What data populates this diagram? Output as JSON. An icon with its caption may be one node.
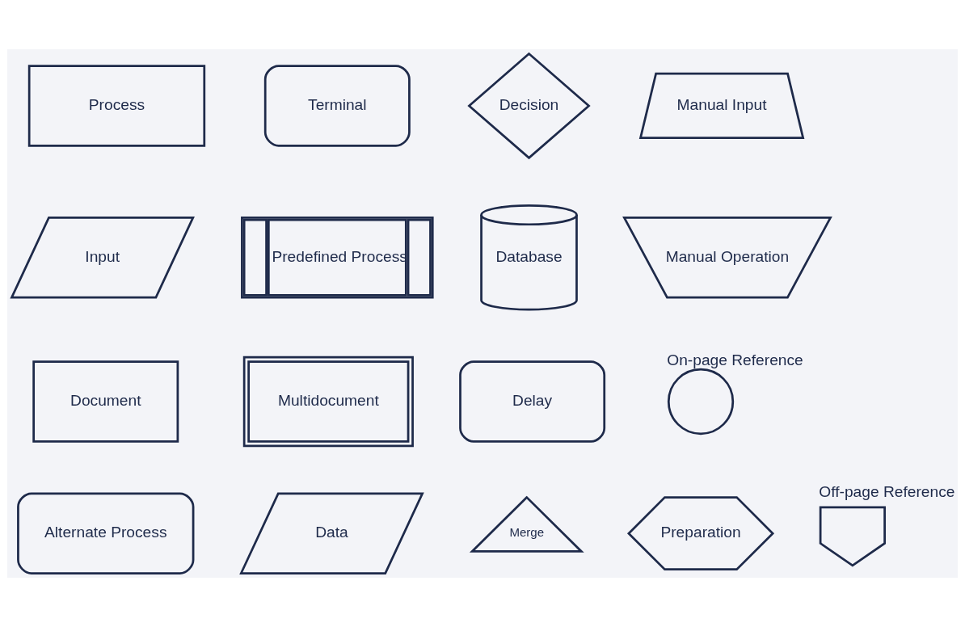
{
  "diagram": {
    "nodes": [
      {
        "text": [
          "Process"
        ]
      },
      {
        "text": [
          "Terminal"
        ]
      },
      {
        "text": [
          "Decision"
        ]
      },
      {
        "text": [
          "Manual Input"
        ]
      },
      {
        "text": [
          "Input"
        ]
      },
      {
        "text": [
          "Predefined Process"
        ]
      },
      {
        "text": [
          "Database"
        ]
      },
      {
        "text": [
          "Manual Operation"
        ]
      },
      {
        "text": [
          "Document"
        ]
      },
      {
        "text": [
          "Multidocument"
        ]
      },
      {
        "text": [
          "Delay"
        ]
      },
      {
        "text": [],
        "shape": "circle",
        "beside": [
          "On-page Reference"
        ]
      },
      {
        "text": [
          "Alternate Process"
        ]
      },
      {
        "text": [
          "Data"
        ]
      },
      {
        "text": [
          "Merge"
        ]
      },
      {
        "text": [
          "Preparation"
        ]
      },
      {
        "text": [],
        "shape": "pentagon",
        "beside": [
          "Off-page Reference"
        ]
      }
    ],
    "edges": []
  }
}
